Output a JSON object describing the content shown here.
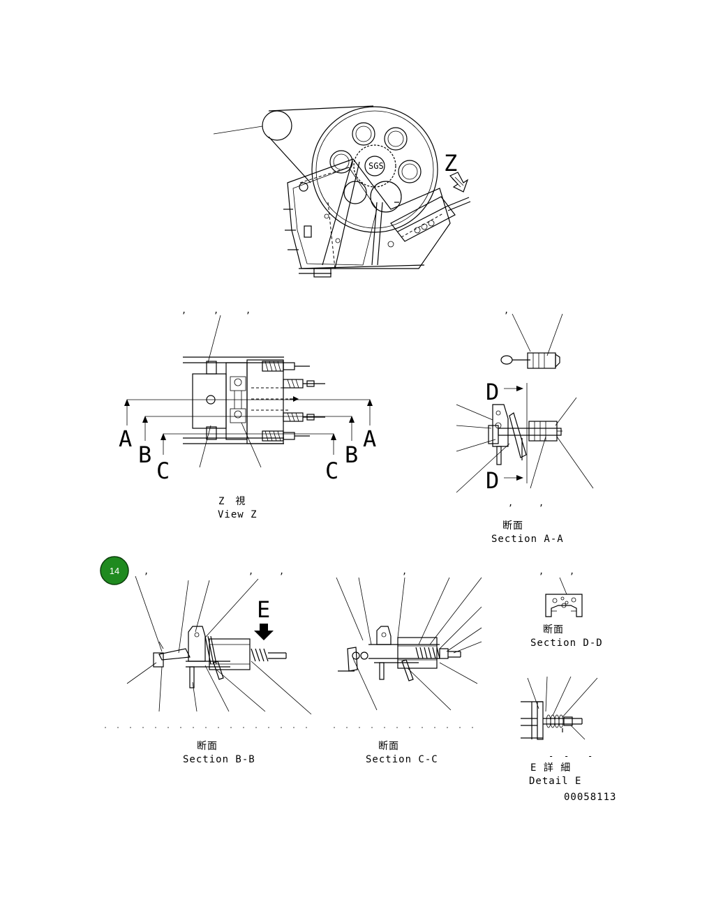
{
  "letters": {
    "z": "Z",
    "a": "A",
    "b": "B",
    "c": "C",
    "d": "D",
    "e": "E"
  },
  "callout": {
    "number": "14",
    "color": "#1f8a1f"
  },
  "captions": {
    "view_z_jp": "Z　視",
    "view_z_en": "View Z",
    "section_aa_jp": "断面",
    "section_aa_en": "Section A-A",
    "section_dd_jp": "断面",
    "section_dd_en": "Section D-D",
    "section_bb_jp": "断面",
    "section_bb_en": "Section B-B",
    "section_cc_jp": "断面",
    "section_cc_en": "Section C-C",
    "detail_e_jp": "E 詳 細",
    "detail_e_en": "Detail E"
  },
  "drawing_number": "00058113"
}
